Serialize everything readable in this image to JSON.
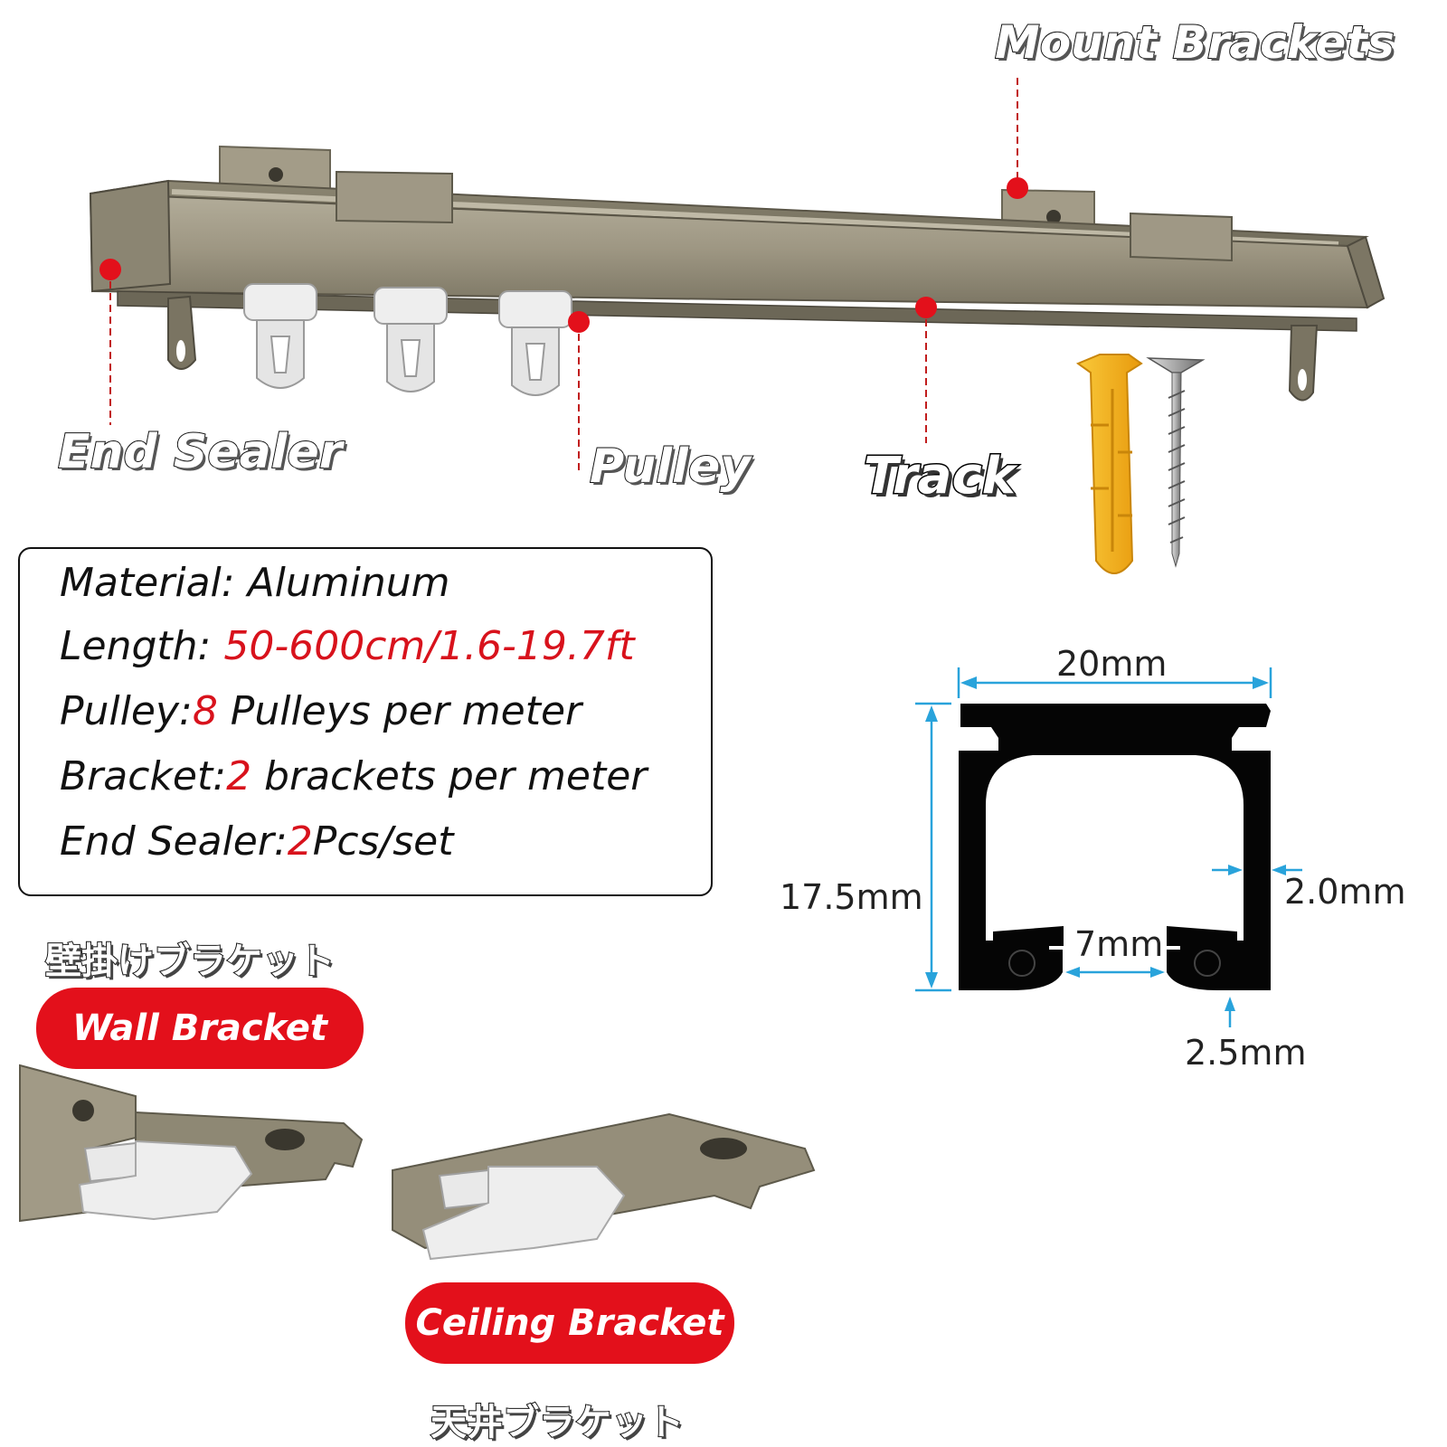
{
  "callouts": {
    "mount_brackets": "Mount Brackets",
    "end_sealer": "End Sealer",
    "pulley": "Pulley",
    "track": "Track"
  },
  "specs": {
    "material_label": "Material: ",
    "material_value": "Aluminum",
    "length_label": "Length: ",
    "length_value": "50-600cm/1.6-19.7ft",
    "pulley_label": "Pulley:",
    "pulley_count": "8",
    "pulley_suffix": " Pulleys per meter",
    "bracket_label": "Bracket:",
    "bracket_count": "2",
    "bracket_suffix": " brackets per meter",
    "end_sealer_label": "End Sealer:",
    "end_sealer_count": "2",
    "end_sealer_suffix": "Pcs/set"
  },
  "wall_bracket": {
    "jp": "壁掛けブラケット",
    "en": "Wall Bracket"
  },
  "ceiling_bracket": {
    "en": "Ceiling Bracket",
    "jp": "天井ブラケット"
  },
  "dimensions": {
    "width": "20mm",
    "height": "17.5mm",
    "wall": "2.0mm",
    "gap": "7mm",
    "base": "2.5mm"
  },
  "colors": {
    "track_metal": "#9b9480",
    "accent_red": "#e3101b",
    "dimension_blue": "#29a3db",
    "anchor_yellow": "#f6b51c"
  }
}
